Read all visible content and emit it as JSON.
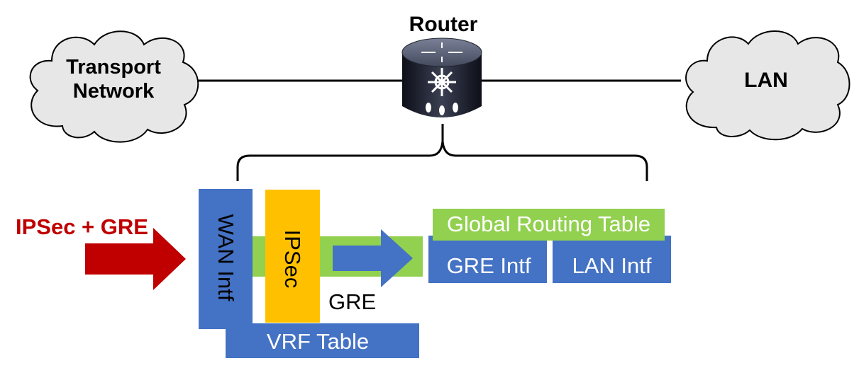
{
  "router": {
    "label": "Router",
    "icon": "router-icon"
  },
  "clouds": {
    "left": {
      "line1": "Transport",
      "line2": "Network",
      "icon": "cloud-icon"
    },
    "right": {
      "label": "LAN",
      "icon": "cloud-icon"
    }
  },
  "incoming": {
    "label": "IPSec + GRE",
    "color": "#c00000",
    "icon": "arrow-right-icon"
  },
  "stack": {
    "wan_intf": "WAN Intf",
    "ipsec": "IPSec",
    "gre": "GRE",
    "vrf_table": "VRF Table",
    "global_routing_table": "Global Routing Table",
    "gre_intf": "GRE Intf",
    "lan_intf": "LAN Intf"
  },
  "colors": {
    "blue": "#4472c4",
    "green": "#92d050",
    "orange": "#ffc000",
    "red": "#c00000",
    "cloud_fill": "#e7e7e7"
  }
}
